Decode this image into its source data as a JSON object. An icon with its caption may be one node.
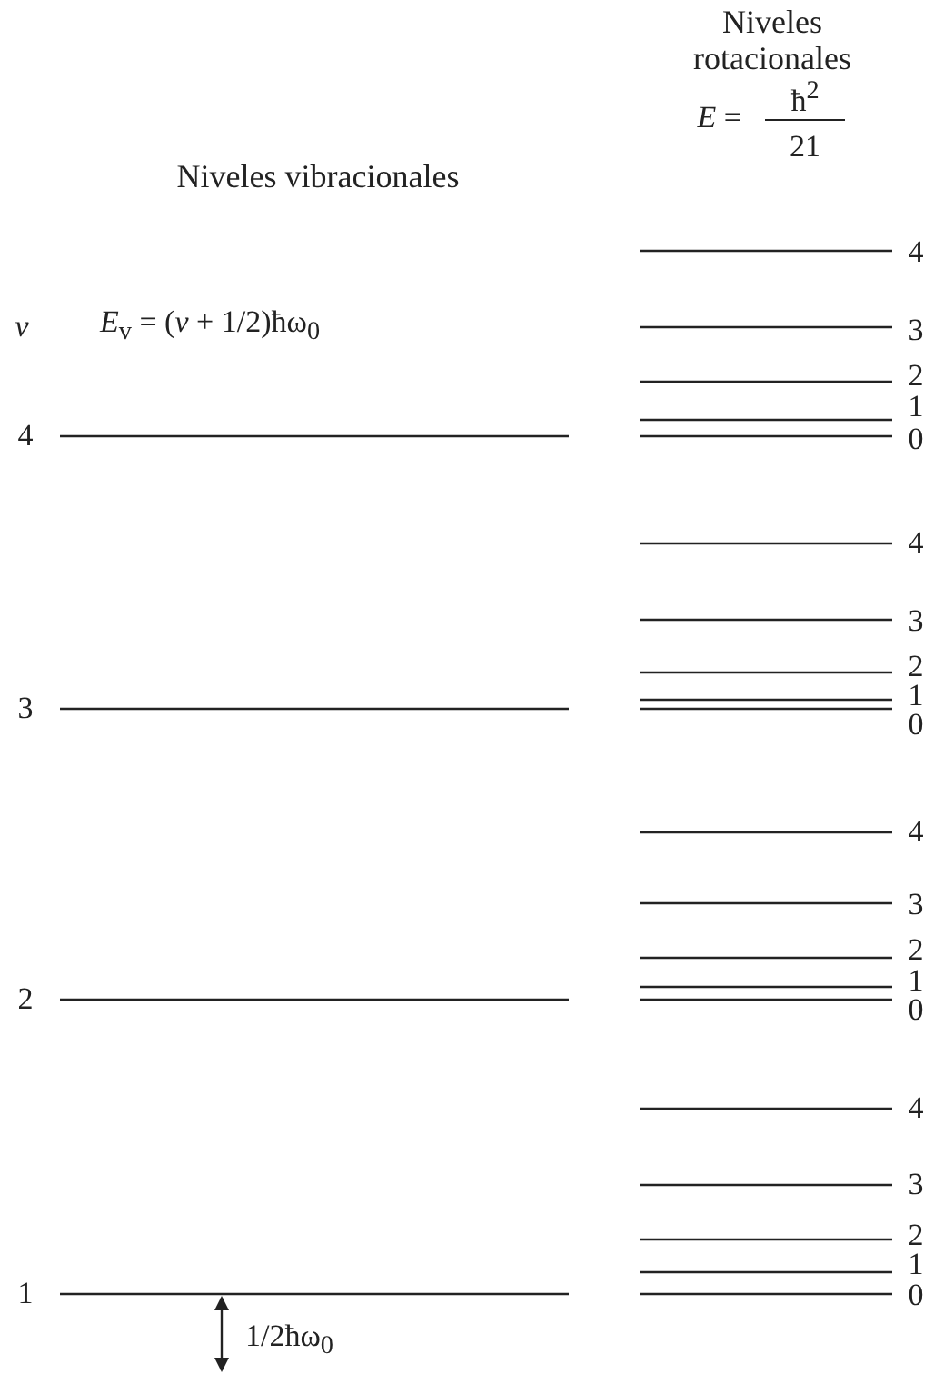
{
  "diagram": {
    "labels": [
      "Niveles rotacionales",
      "*E* =",
      "ħ$^{2}$",
      "21",
      "Niveles vibracionales",
      "4",
      "*v*",
      "*E*$_{v}$ = (*v* + 1/2)ħω$_{0}$",
      "3",
      "2",
      "1",
      "4",
      "0",
      "4",
      "3",
      "2",
      "3",
      "1",
      "0",
      "4",
      "3",
      "2",
      "2",
      "1",
      "0",
      "4",
      "3",
      "2",
      "1",
      "1",
      "0",
      "1/2ħω$_{0}$"
    ]
  }
}
